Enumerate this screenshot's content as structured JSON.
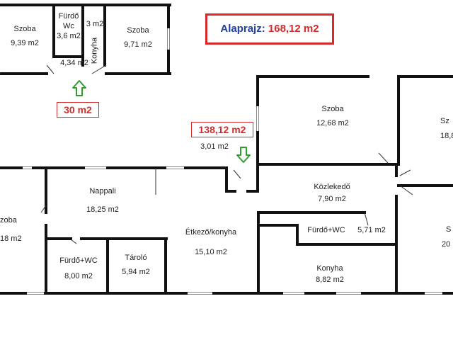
{
  "title": {
    "label": "Alaprajz:",
    "value": "168,12 m2"
  },
  "badges": {
    "upper": "30 m2",
    "lower": "138,12 m2"
  },
  "colors": {
    "title_blue": "#2340a0",
    "accent_red": "#d62a2a",
    "arrow_green": "#2e9e2e",
    "wall": "#111111"
  },
  "rooms": {
    "szoba1": {
      "name": "Szoba",
      "area": "9,39 m2"
    },
    "furdo_top": {
      "name": "Fürdő",
      "name2": "Wc",
      "area": "3,6 m2"
    },
    "konyha_small": {
      "area": "3 m2",
      "name": "Konyha"
    },
    "hall_top": {
      "area": "4,34 m2"
    },
    "szoba2": {
      "name": "Szoba",
      "area": "9,71 m2"
    },
    "szoba3": {
      "name": "Szoba",
      "area": "12,68 m2"
    },
    "szoba_right_top": {
      "name": "Sz",
      "area": "18,8"
    },
    "entry": {
      "area": "3,01 m2"
    },
    "kozlekedo": {
      "name": "Közlekedő",
      "area": "7,90 m2"
    },
    "nappali": {
      "name": "Nappali",
      "area": "18,25 m2"
    },
    "szoba_left": {
      "name": "zoba",
      "area": "18 m2"
    },
    "etkezo": {
      "name": "Étkező/konyha",
      "area": "15,10 m2"
    },
    "furdo_right": {
      "name": "Fürdő+WC",
      "area": "5,71 m2"
    },
    "szoba_right_bottom": {
      "name": "S",
      "area": "20"
    },
    "furdo_left": {
      "name": "Fürdő+WC",
      "area": "8,00 m2"
    },
    "tarolo": {
      "name": "Tároló",
      "area": "5,94 m2"
    },
    "konyha": {
      "name": "Konyha",
      "area": "8,82 m2"
    }
  }
}
